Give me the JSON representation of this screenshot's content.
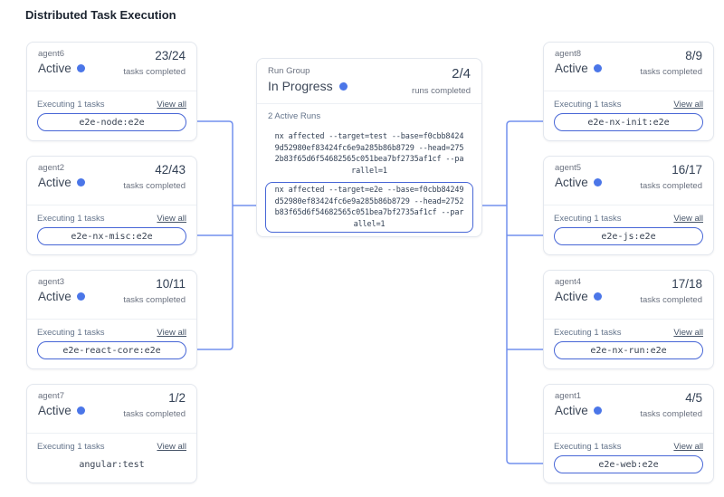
{
  "title": "Distributed Task Execution",
  "colors": {
    "accent": "#4766d6",
    "dot": "#4b76e8",
    "line": "#7290ee"
  },
  "run_group": {
    "label": "Run Group",
    "status": "In Progress",
    "count": "2/4",
    "count_caption": "runs completed",
    "active_runs_label": "2 Active Runs",
    "runs": [
      {
        "highlighted": false,
        "lines": [
          "nx affected --target=test --base=f0cbb8424",
          "9d52980ef83424fc6e9a285b86b8729 --head=275",
          "2b83f65d6f54682565c051bea7bf2735af1cf --pa",
          "rallel=1"
        ]
      },
      {
        "highlighted": true,
        "lines": [
          "nx affected --target=e2e --base=f0cbb84249",
          "d52980ef83424fc6e9a285b86b8729 --head=2752",
          "b83f65d6f54682565c051bea7bf2735af1cf --par",
          "allel=1"
        ]
      }
    ]
  },
  "agents_left": [
    {
      "name": "agent6",
      "status": "Active",
      "count": "23/24",
      "count_caption": "tasks completed",
      "executing_label": "Executing 1 tasks",
      "view_all_label": "View all",
      "task": "e2e-node:e2e"
    },
    {
      "name": "agent2",
      "status": "Active",
      "count": "42/43",
      "count_caption": "tasks completed",
      "executing_label": "Executing 1 tasks",
      "view_all_label": "View all",
      "task": "e2e-nx-misc:e2e"
    },
    {
      "name": "agent3",
      "status": "Active",
      "count": "10/11",
      "count_caption": "tasks completed",
      "executing_label": "Executing 1 tasks",
      "view_all_label": "View all",
      "task": "e2e-react-core:e2e"
    },
    {
      "name": "agent7",
      "status": "Active",
      "count": "1/2",
      "count_caption": "tasks completed",
      "executing_label": "Executing 1 tasks",
      "view_all_label": "View all",
      "task": "angular:test"
    }
  ],
  "agents_right": [
    {
      "name": "agent8",
      "status": "Active",
      "count": "8/9",
      "count_caption": "tasks completed",
      "executing_label": "Executing 1 tasks",
      "view_all_label": "View all",
      "task": "e2e-nx-init:e2e"
    },
    {
      "name": "agent5",
      "status": "Active",
      "count": "16/17",
      "count_caption": "tasks completed",
      "executing_label": "Executing 1 tasks",
      "view_all_label": "View all",
      "task": "e2e-js:e2e"
    },
    {
      "name": "agent4",
      "status": "Active",
      "count": "17/18",
      "count_caption": "tasks completed",
      "executing_label": "Executing 1 tasks",
      "view_all_label": "View all",
      "task": "e2e-nx-run:e2e"
    },
    {
      "name": "agent1",
      "status": "Active",
      "count": "4/5",
      "count_caption": "tasks completed",
      "executing_label": "Executing 1 tasks",
      "view_all_label": "View all",
      "task": "e2e-web:e2e"
    }
  ]
}
